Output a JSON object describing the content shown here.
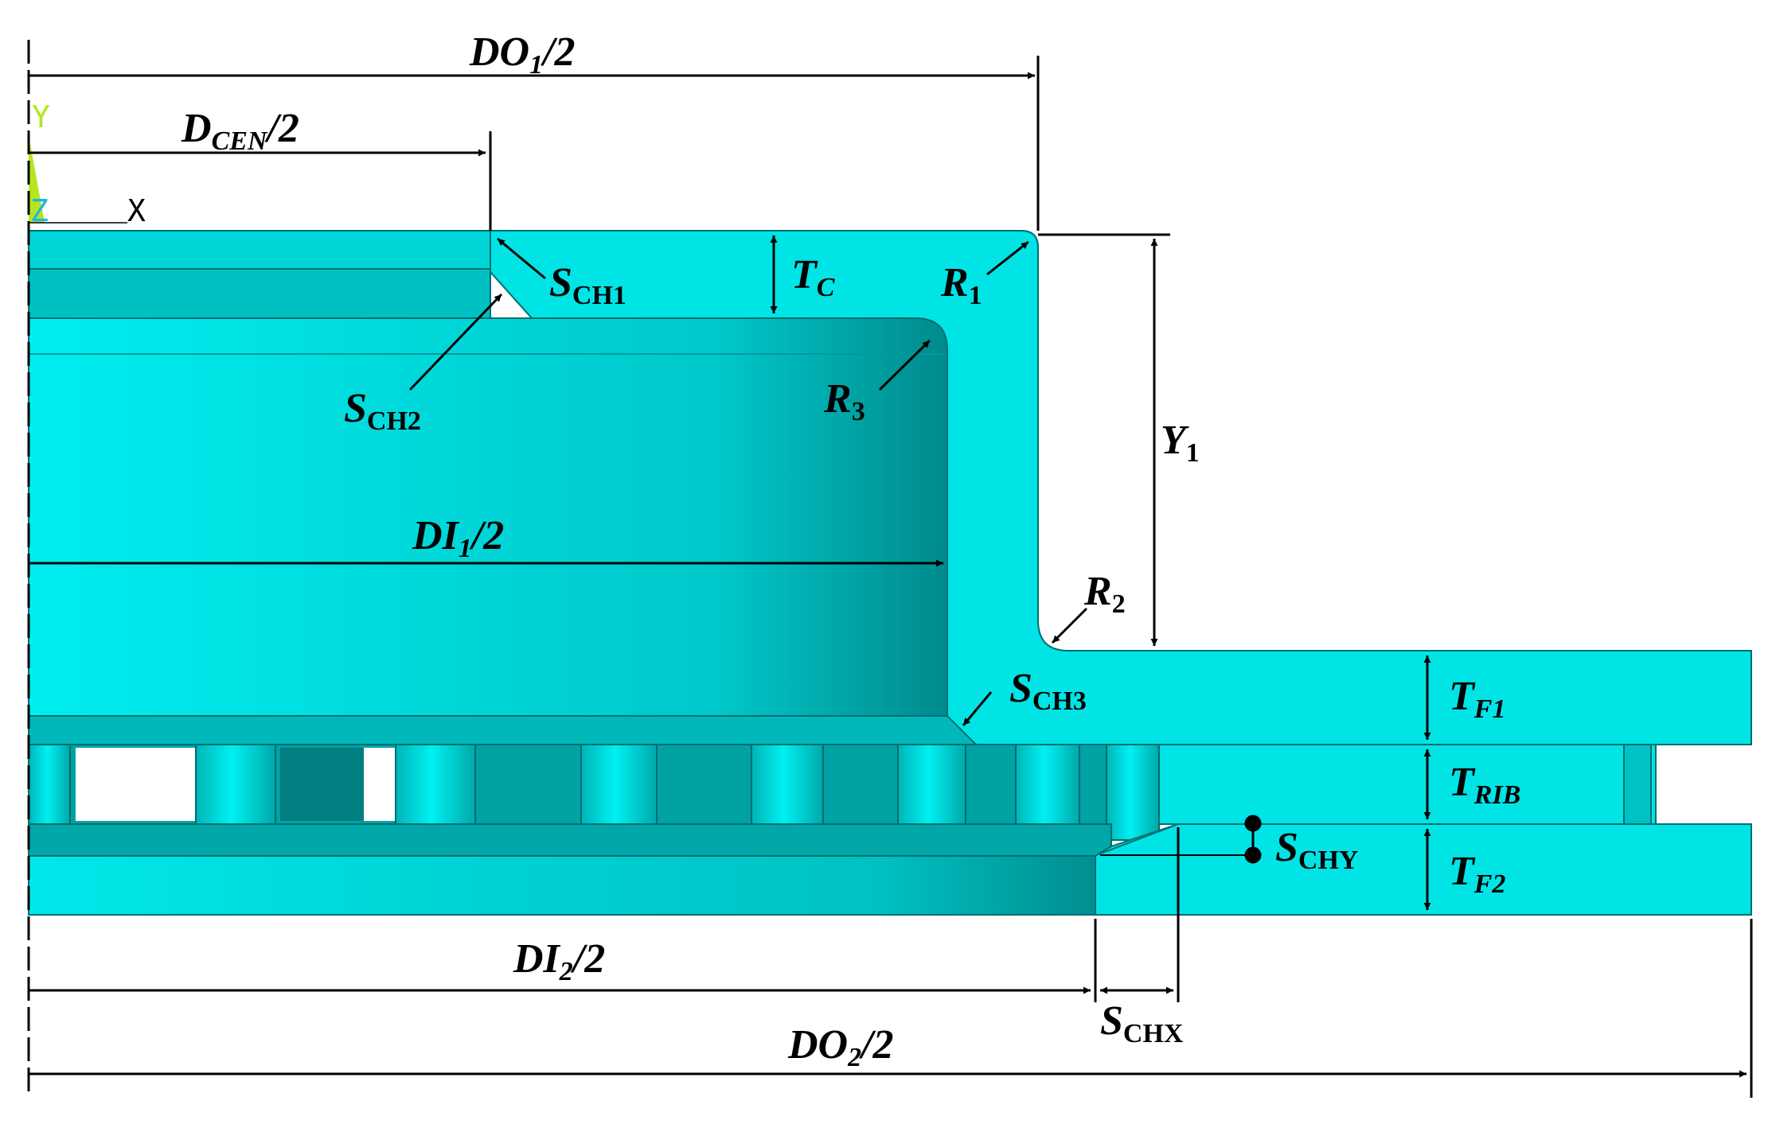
{
  "colors": {
    "face": "#00e4e6",
    "face_dark": "#009c9e",
    "face_mid": "#00c6c8",
    "edge": "#006e70",
    "dim_line": "#000000",
    "axis_y": "#b5e61d",
    "axis_z": "#1fb5e6"
  },
  "axis_triad": {
    "y": "Y",
    "z": "Z",
    "x": "X"
  },
  "labels": {
    "do1": {
      "main": "DO",
      "sub": "1",
      "tail": "/2"
    },
    "dcen": {
      "main": "D",
      "sub": "CEN",
      "tail": "/2"
    },
    "di1": {
      "main": "DI",
      "sub": "1",
      "tail": "/2"
    },
    "di2": {
      "main": "DI",
      "sub": "2",
      "tail": "/2"
    },
    "do2": {
      "main": "DO",
      "sub": "2",
      "tail": "/2"
    },
    "sch1": {
      "main": "S",
      "sub": "CH1"
    },
    "sch2": {
      "main": "S",
      "sub": "CH2"
    },
    "sch3": {
      "main": "S",
      "sub": "CH3"
    },
    "schx": {
      "main": "S",
      "sub": "CHX"
    },
    "schy": {
      "main": "S",
      "sub": "CHY"
    },
    "tc": {
      "main": "T",
      "sub": "C"
    },
    "tf1": {
      "main": "T",
      "sub": "F1"
    },
    "trib": {
      "main": "T",
      "sub": "RIB"
    },
    "tf2": {
      "main": "T",
      "sub": "F2"
    },
    "r1": {
      "main": "R",
      "sub": "1"
    },
    "r2": {
      "main": "R",
      "sub": "2"
    },
    "r3": {
      "main": "R",
      "sub": "3"
    },
    "y1": {
      "main": "Y",
      "sub": "1"
    }
  }
}
